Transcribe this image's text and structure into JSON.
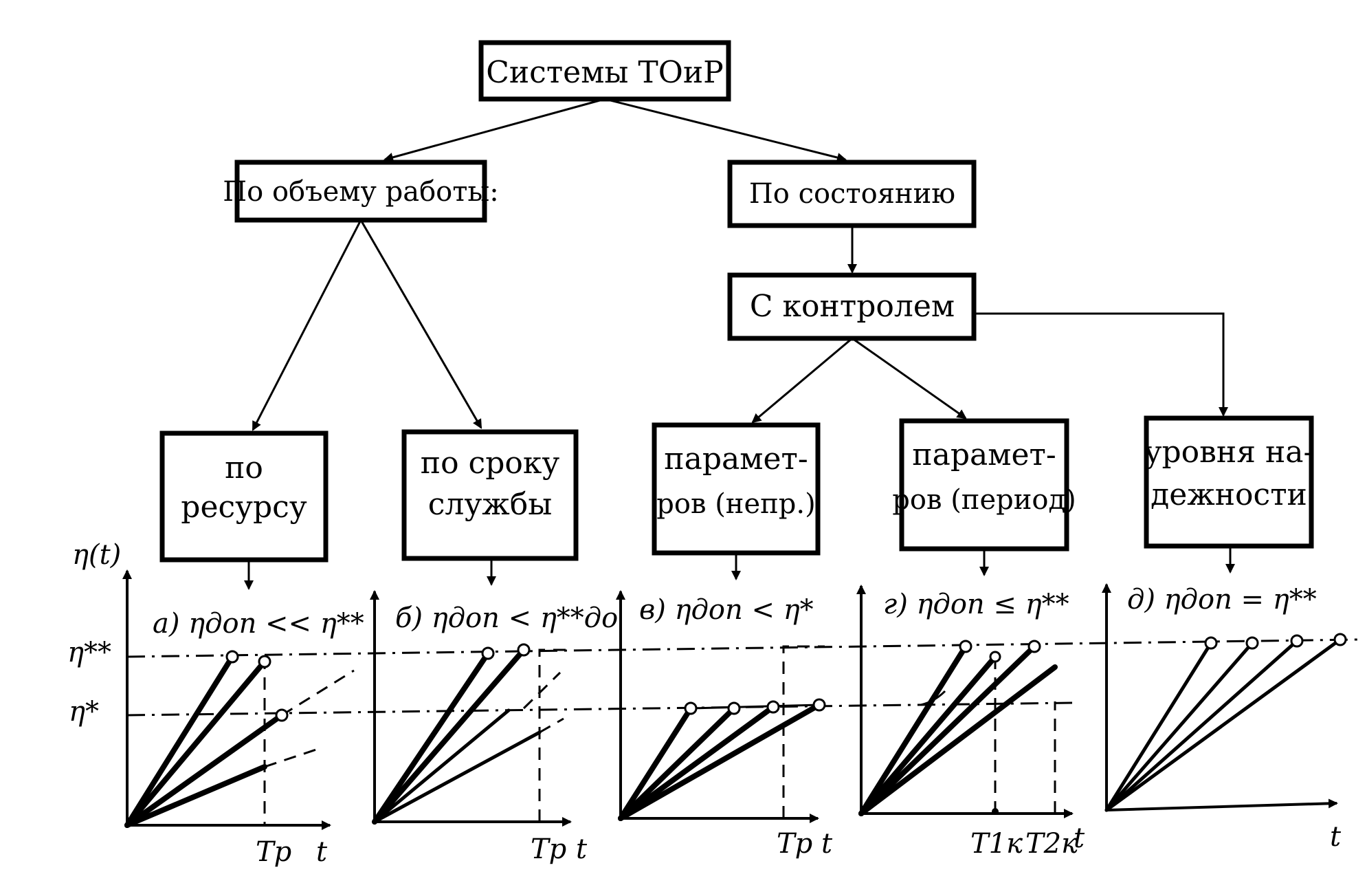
{
  "root": "Системы ТОиР",
  "branch_left": "По объему работы:",
  "branch_right": "По состоянию",
  "control": "С контролем",
  "leaves": [
    {
      "line1": "по",
      "line2": "ресурсу"
    },
    {
      "line1": "по сроку",
      "line2": "службы"
    },
    {
      "line1": "парамет-",
      "line2": "ров (непр.)"
    },
    {
      "line1": "парамет-",
      "line2": "ров (период)"
    },
    {
      "line1": "уровня на-",
      "line2": "дежности"
    }
  ],
  "y_axis_label": "η(t)",
  "level_high": "η**",
  "level_low": "η*",
  "captions": [
    "а) ηдоп << η**",
    "б) ηдоп < η**до",
    "в) ηдоп < η*",
    "г) ηдоп ≤ η**",
    "д) ηдоп = η**"
  ],
  "t_axis": "t",
  "tick_labels": {
    "tp": "Tр",
    "t1k": "T1к",
    "t2k": "T2к"
  }
}
